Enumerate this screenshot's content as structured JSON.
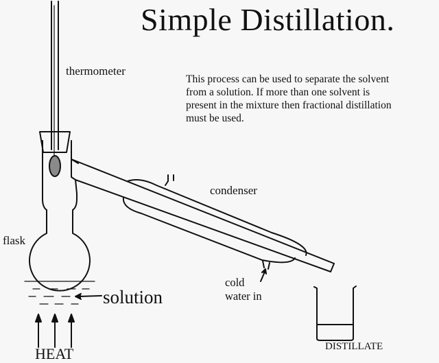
{
  "title": "Simple Distillation.",
  "description": [
    "This process can be used to separate the solvent",
    "from a solution.  If more than one solvent is",
    "present in the mixture then fractional distillation",
    "must be used."
  ],
  "labels": {
    "thermometer": "thermometer",
    "condenser": "condenser",
    "flask": "flask",
    "cold_water_line1": "cold",
    "cold_water_line2": "water in",
    "solution": "solution",
    "heat": "HEAT",
    "distillate": "DISTILLATE"
  },
  "colors": {
    "line": "#111111",
    "background": "#f7f7f7",
    "bulb": "#8a8a8a"
  }
}
